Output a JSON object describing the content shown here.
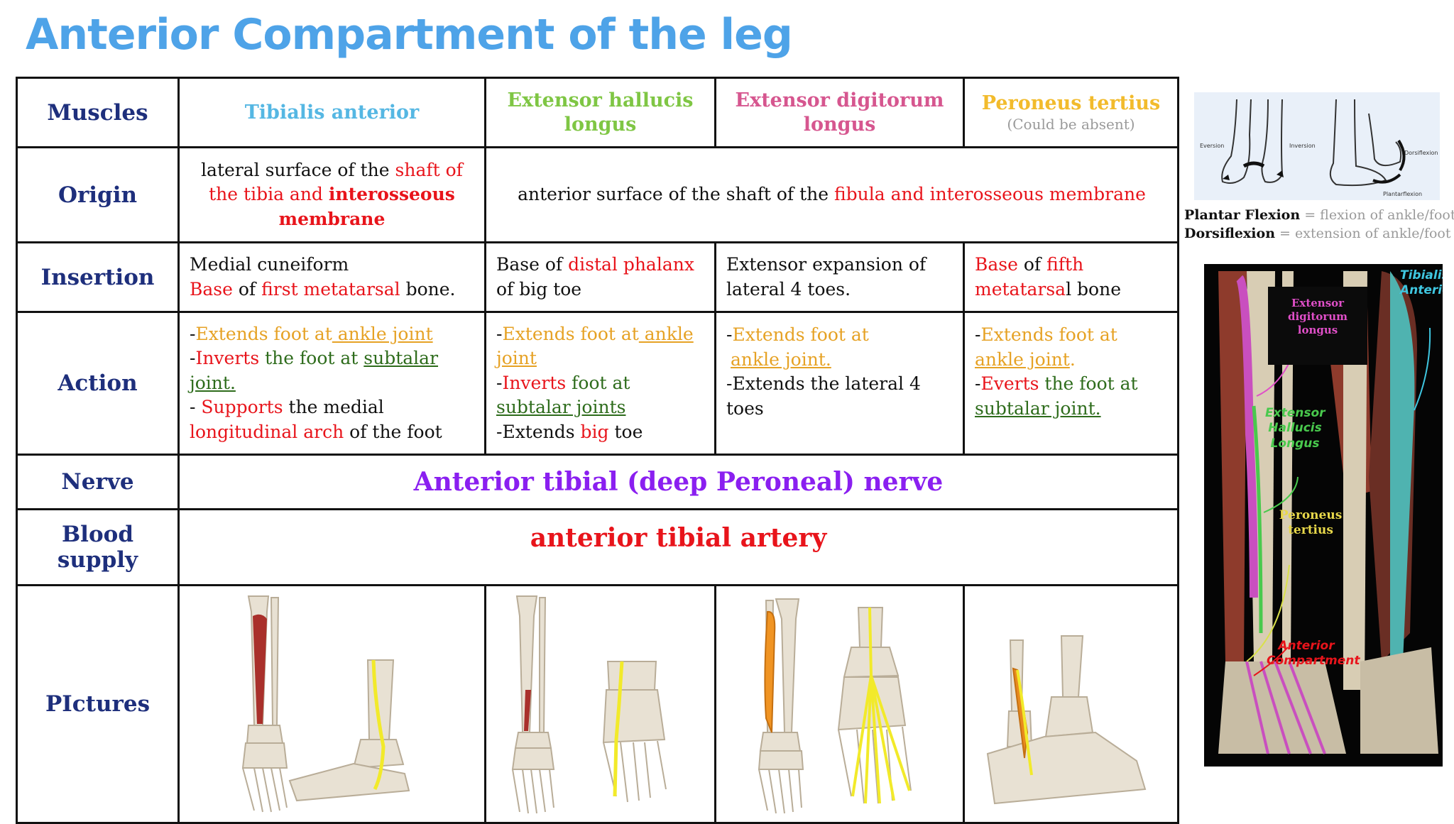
{
  "title": "Anterior Compartment of the leg",
  "headers": {
    "row_label": "Muscles",
    "col1": "Tibialis anterior",
    "col2": "Extensor hallucis longus",
    "col3": "Extensor digitorum longus",
    "col4": "Peroneus tertius",
    "col4_note": "(Could be absent)"
  },
  "rows": {
    "origin": "Origin",
    "insertion": "Insertion",
    "action": "Action",
    "nerve": "Nerve",
    "blood": "Blood supply",
    "pictures": "PIctures"
  },
  "origin": {
    "ta_a": "lateral surface of the ",
    "ta_b": "shaft of the tibia",
    "ta_c": "  and ",
    "ta_d": "interosseous membrane",
    "others_a": "anterior surface of the shaft of the ",
    "others_b": "fibula and interosseous membrane"
  },
  "insertion": {
    "ta_1": "Medial cuneiform",
    "ta_2a": "Base",
    "ta_2b": " of ",
    "ta_2c": "first metatarsal",
    "ta_2d": " bone.",
    "ehl_a": "Base of ",
    "ehl_b": "distal phalanx",
    "ehl_c": "of big toe",
    "edl_1": "Extensor expansion of",
    "edl_2": "lateral 4 toes.",
    "pt_a": "Base",
    "pt_b": " of ",
    "pt_c": "fifth",
    "pt_d": "metatarsa",
    "pt_e": "l bone"
  },
  "action": {
    "ta_1a": "-",
    "ta_1b": "Extends foot at",
    "ta_1c": " ankle joint",
    "ta_2a": "-",
    "ta_2b": "Inverts",
    "ta_2c": " the foot at ",
    "ta_2d": "subtalar joint.",
    "ta_3a": "- ",
    "ta_3b": "Supports",
    "ta_3c": " the medial ",
    "ta_3d": "longitudinal arch",
    "ta_3e": " of the foot",
    "ehl_1a": "-",
    "ehl_1b": "Extends foot at",
    "ehl_1c": " ankle joint",
    "ehl_2a": "-",
    "ehl_2b": "Inverts",
    "ehl_2c": " foot at",
    "ehl_3": "subtalar joints",
    "ehl_4a": "-Extends ",
    "ehl_4b": "big",
    "ehl_4c": " toe",
    "edl_1a": "-",
    "edl_1b": "Extends foot at",
    "edl_2": "ankle joint.",
    "edl_3": "-Extends the lateral 4 toes",
    "pt_1a": "-",
    "pt_1b": "Extends foot at",
    "pt_2": "ankle joint",
    "pt_2b": ".",
    "pt_3a": "-",
    "pt_3b": "Everts",
    "pt_3c": " the foot at",
    "pt_4": "subtalar joint."
  },
  "nerve": "Anterior tibial (deep Peroneal) nerve",
  "blood_supply": "anterior tibial artery",
  "side": {
    "diagram_labels": {
      "eversion": "Eversion",
      "inversion": "Inversion",
      "dorsiflexion": "Dorsiflexion",
      "plantarflexion": "Plantarflexion"
    },
    "plantar_label": "Plantar Flexion",
    "plantar_desc": " = flexion of ankle/foot",
    "dorsi_label": "Dorsiflexion",
    "dorsi_desc": " = extension of ankle/foot",
    "anatomy_labels": {
      "edl": "Extensor digitorum longus",
      "ta": "Tibialis Anterior",
      "ehl": "Extensor Hallucis Longus",
      "pt": "Peroneus tertius",
      "compartment": "Anterior Compartment"
    }
  },
  "colors": {
    "title": "#4ea3e8",
    "row_head": "#1e2f7c",
    "tibialis": "#55b7e3",
    "ehl": "#7fc644",
    "edl": "#d6568f",
    "pt": "#f2bb2c",
    "red": "#e8141b",
    "orange": "#e6a225",
    "green": "#2e6c1c",
    "nerve": "#8a1ff0"
  }
}
